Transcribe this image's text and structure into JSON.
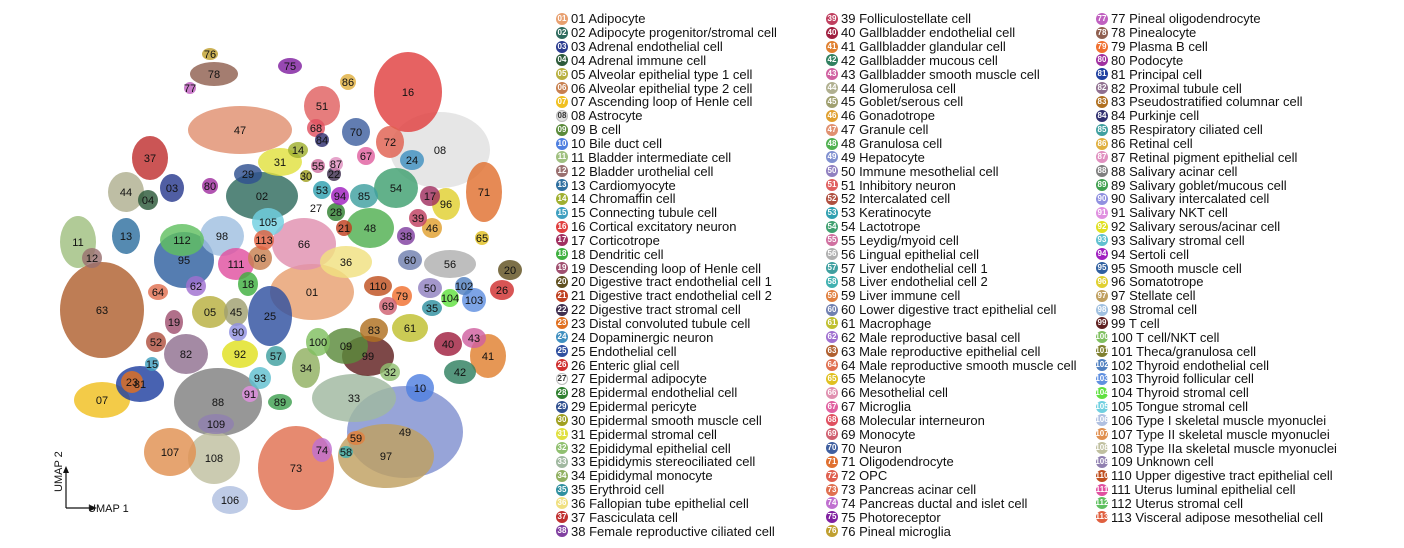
{
  "chart_data": {
    "type": "scatter",
    "xlabel": "UMAP 1",
    "ylabel": "UMAP 2",
    "cell_types": [
      {
        "id": "01",
        "name": "Adipocyte",
        "color": "#e8a070"
      },
      {
        "id": "02",
        "name": "Adipocyte progenitor/stromal cell",
        "color": "#2f6b5e"
      },
      {
        "id": "03",
        "name": "Adrenal endothelial cell",
        "color": "#2a3b8f"
      },
      {
        "id": "04",
        "name": "Adrenal immune cell",
        "color": "#2d5a3a"
      },
      {
        "id": "05",
        "name": "Alveolar epithelial type 1 cell",
        "color": "#b8b040"
      },
      {
        "id": "06",
        "name": "Alveolar epithelial type 2 cell",
        "color": "#c88050"
      },
      {
        "id": "07",
        "name": "Ascending loop of Henle cell",
        "color": "#f0c020"
      },
      {
        "id": "08",
        "name": "Astrocyte",
        "color": "#e0e0e0"
      },
      {
        "id": "09",
        "name": "B cell",
        "color": "#5a8a3a"
      },
      {
        "id": "10",
        "name": "Bile duct cell",
        "color": "#5080e0"
      },
      {
        "id": "11",
        "name": "Bladder intermediate cell",
        "color": "#a0c080"
      },
      {
        "id": "12",
        "name": "Bladder urothelial cell",
        "color": "#9a7070"
      },
      {
        "id": "13",
        "name": "Cardiomyocyte",
        "color": "#3070a0"
      },
      {
        "id": "14",
        "name": "Chromaffin cell",
        "color": "#a0b030"
      },
      {
        "id": "15",
        "name": "Connecting tubule cell",
        "color": "#40a0c0"
      },
      {
        "id": "16",
        "name": "Cortical excitatory neuron",
        "color": "#e04040"
      },
      {
        "id": "17",
        "name": "Corticotrope",
        "color": "#a03060"
      },
      {
        "id": "18",
        "name": "Dendritic cell",
        "color": "#40b040"
      },
      {
        "id": "19",
        "name": "Descending loop of Henle cell",
        "color": "#a05070"
      },
      {
        "id": "20",
        "name": "Digestive tract endothelial cell 1",
        "color": "#605020"
      },
      {
        "id": "21",
        "name": "Digestive tract endothelial cell 2",
        "color": "#c04020"
      },
      {
        "id": "22",
        "name": "Digestive tract stromal cell",
        "color": "#403050"
      },
      {
        "id": "23",
        "name": "Distal convoluted tubule cell",
        "color": "#e07020"
      },
      {
        "id": "24",
        "name": "Dopaminergic neuron",
        "color": "#4090c0"
      },
      {
        "id": "25",
        "name": "Endothelial cell",
        "color": "#3050a0"
      },
      {
        "id": "26",
        "name": "Enteric glial cell",
        "color": "#d03030"
      },
      {
        "id": "27",
        "name": "Epidermal adipocyte",
        "color": "#ffffff"
      },
      {
        "id": "28",
        "name": "Epidermal endothelial cell",
        "color": "#308030"
      },
      {
        "id": "29",
        "name": "Epidermal pericyte",
        "color": "#305090"
      },
      {
        "id": "30",
        "name": "Epidermal smooth muscle cell",
        "color": "#a0a020"
      },
      {
        "id": "31",
        "name": "Epidermal stromal cell",
        "color": "#e0e040"
      },
      {
        "id": "32",
        "name": "Epididymal epithelial cell",
        "color": "#90c070"
      },
      {
        "id": "33",
        "name": "Epididymis stereociliated cell",
        "color": "#a0b8a0"
      },
      {
        "id": "34",
        "name": "Epididymal monocyte",
        "color": "#90b060"
      },
      {
        "id": "35",
        "name": "Erythroid cell",
        "color": "#3090a0"
      },
      {
        "id": "36",
        "name": "Fallopian tube epithelial cell",
        "color": "#f0e080"
      },
      {
        "id": "37",
        "name": "Fasciculata cell",
        "color": "#c03030"
      },
      {
        "id": "38",
        "name": "Female reproductive ciliated cell",
        "color": "#8040a0"
      },
      {
        "id": "39",
        "name": "Folliculostellate cell",
        "color": "#c04060"
      },
      {
        "id": "40",
        "name": "Gallbladder endothelial cell",
        "color": "#a02040"
      },
      {
        "id": "41",
        "name": "Gallbladder glandular cell",
        "color": "#e08030"
      },
      {
        "id": "42",
        "name": "Gallbladder mucous cell",
        "color": "#308060"
      },
      {
        "id": "43",
        "name": "Gallbladder smooth muscle cell",
        "color": "#d060a0"
      },
      {
        "id": "44",
        "name": "Glomerulosa cell",
        "color": "#b0b090"
      },
      {
        "id": "45",
        "name": "Goblet/serous cell",
        "color": "#a0a070"
      },
      {
        "id": "46",
        "name": "Gonadotrope",
        "color": "#e0a030"
      },
      {
        "id": "47",
        "name": "Granule cell",
        "color": "#e09070"
      },
      {
        "id": "48",
        "name": "Granulosa cell",
        "color": "#50b050"
      },
      {
        "id": "49",
        "name": "Hepatocyte",
        "color": "#8090d0"
      },
      {
        "id": "50",
        "name": "Immune mesothelial cell",
        "color": "#9080c0"
      },
      {
        "id": "51",
        "name": "Inhibitory neuron",
        "color": "#e06060"
      },
      {
        "id": "52",
        "name": "Intercalated cell",
        "color": "#b05040"
      },
      {
        "id": "53",
        "name": "Keratinocyte",
        "color": "#30a0b0"
      },
      {
        "id": "54",
        "name": "Lactotrope",
        "color": "#40a070"
      },
      {
        "id": "55",
        "name": "Leydig/myoid cell",
        "color": "#d070a0"
      },
      {
        "id": "56",
        "name": "Lingual epithelial cell",
        "color": "#b0b0b0"
      },
      {
        "id": "57",
        "name": "Liver endothelial cell 1",
        "color": "#40a0a0"
      },
      {
        "id": "58",
        "name": "Liver endothelial cell 2",
        "color": "#40b0b0"
      },
      {
        "id": "59",
        "name": "Liver immune cell",
        "color": "#e08040"
      },
      {
        "id": "60",
        "name": "Lower digestive tract epithelial cell",
        "color": "#7080b0"
      },
      {
        "id": "61",
        "name": "Macrophage",
        "color": "#c0c030"
      },
      {
        "id": "62",
        "name": "Male reproductive basal cell",
        "color": "#a070d0"
      },
      {
        "id": "63",
        "name": "Male reproductive epithelial cell",
        "color": "#b06030"
      },
      {
        "id": "64",
        "name": "Male reproductive smooth muscle cell",
        "color": "#e07050"
      },
      {
        "id": "65",
        "name": "Melanocyte",
        "color": "#e0c020"
      },
      {
        "id": "66",
        "name": "Mesothelial cell",
        "color": "#e090b0"
      },
      {
        "id": "67",
        "name": "Microglia",
        "color": "#e060a0"
      },
      {
        "id": "68",
        "name": "Molecular interneuron",
        "color": "#e05060"
      },
      {
        "id": "69",
        "name": "Monocyte",
        "color": "#d06070"
      },
      {
        "id": "70",
        "name": "Neuron",
        "color": "#4060a0"
      },
      {
        "id": "71",
        "name": "Oligodendrocyte",
        "color": "#e07030"
      },
      {
        "id": "72",
        "name": "OPC",
        "color": "#e06050"
      },
      {
        "id": "73",
        "name": "Pancreas acinar cell",
        "color": "#e07050"
      },
      {
        "id": "74",
        "name": "Pancreas ductal and islet cell",
        "color": "#c070d0"
      },
      {
        "id": "75",
        "name": "Photoreceptor",
        "color": "#8020a0"
      },
      {
        "id": "76",
        "name": "Pineal microglia",
        "color": "#c0a030"
      },
      {
        "id": "77",
        "name": "Pineal oligodendrocyte",
        "color": "#c060c0"
      },
      {
        "id": "78",
        "name": "Pinealocyte",
        "color": "#906050"
      },
      {
        "id": "79",
        "name": "Plasma B cell",
        "color": "#f07030"
      },
      {
        "id": "80",
        "name": "Podocyte",
        "color": "#a030a0"
      },
      {
        "id": "81",
        "name": "Principal cell",
        "color": "#2040a0"
      },
      {
        "id": "82",
        "name": "Proximal tubule cell",
        "color": "#907090"
      },
      {
        "id": "83",
        "name": "Pseudostratified columnar cell",
        "color": "#b07020"
      },
      {
        "id": "84",
        "name": "Purkinje cell",
        "color": "#303070"
      },
      {
        "id": "85",
        "name": "Respiratory ciliated cell",
        "color": "#40a0a0"
      },
      {
        "id": "86",
        "name": "Retinal cell",
        "color": "#e0b040"
      },
      {
        "id": "87",
        "name": "Retinal pigment epithelial cell",
        "color": "#e090c0"
      },
      {
        "id": "88",
        "name": "Salivary acinar cell",
        "color": "#808080"
      },
      {
        "id": "89",
        "name": "Salivary goblet/mucous cell",
        "color": "#40a050"
      },
      {
        "id": "90",
        "name": "Salivary intercalated cell",
        "color": "#9090e0"
      },
      {
        "id": "91",
        "name": "Salivary NKT cell",
        "color": "#e090e0"
      },
      {
        "id": "92",
        "name": "Salivary serous/acinar cell",
        "color": "#e0e020"
      },
      {
        "id": "93",
        "name": "Salivary stromal cell",
        "color": "#60c0d0"
      },
      {
        "id": "94",
        "name": "Sertoli cell",
        "color": "#a020c0"
      },
      {
        "id": "95",
        "name": "Smooth muscle cell",
        "color": "#3060a0"
      },
      {
        "id": "96",
        "name": "Somatotrope",
        "color": "#e0d030"
      },
      {
        "id": "97",
        "name": "Stellate cell",
        "color": "#c0a060"
      },
      {
        "id": "98",
        "name": "Stromal cell",
        "color": "#a0c0e0"
      },
      {
        "id": "99",
        "name": "T cell",
        "color": "#602020"
      },
      {
        "id": "100",
        "name": "T cell/NKT cell",
        "color": "#80c060"
      },
      {
        "id": "101",
        "name": "Theca/granulosa cell",
        "color": "#808030"
      },
      {
        "id": "102",
        "name": "Thyroid endothelial cell",
        "color": "#5080c0"
      },
      {
        "id": "103",
        "name": "Thyroid follicular cell",
        "color": "#6090e0"
      },
      {
        "id": "104",
        "name": "Thyroid stromal cell",
        "color": "#60e040"
      },
      {
        "id": "105",
        "name": "Tongue stromal cell",
        "color": "#70d0e0"
      },
      {
        "id": "106",
        "name": "Type I skeletal muscle myonuclei",
        "color": "#b0c0e0"
      },
      {
        "id": "107",
        "name": "Type II skeletal muscle myonuclei",
        "color": "#e09050"
      },
      {
        "id": "108",
        "name": "Type IIa skeletal muscle myonuclei",
        "color": "#c0c0a0"
      },
      {
        "id": "109",
        "name": "Unknown cell",
        "color": "#9080b0"
      },
      {
        "id": "110",
        "name": "Upper digestive tract epithelial cell",
        "color": "#c05020"
      },
      {
        "id": "111",
        "name": "Uterus luminal epithelial cell",
        "color": "#e050a0"
      },
      {
        "id": "112",
        "name": "Uterus stromal cell",
        "color": "#60c060"
      },
      {
        "id": "113",
        "name": "Visceral adipose mesothelial cell",
        "color": "#e06040"
      }
    ],
    "cluster_labels": [
      "01",
      "02",
      "03",
      "04",
      "05",
      "06",
      "07",
      "08",
      "09",
      "10",
      "11",
      "12",
      "13",
      "14",
      "15",
      "16",
      "17",
      "18",
      "19",
      "20",
      "21",
      "22",
      "23",
      "24",
      "25",
      "26",
      "27",
      "28",
      "29",
      "30",
      "31",
      "32",
      "33",
      "34",
      "35",
      "36",
      "37",
      "38",
      "39",
      "40",
      "41",
      "42",
      "43",
      "44",
      "45",
      "46",
      "47",
      "48",
      "49",
      "50",
      "51",
      "52",
      "53",
      "54",
      "55",
      "56",
      "57",
      "58",
      "59",
      "60",
      "61",
      "62",
      "63",
      "64",
      "65",
      "66",
      "67",
      "68",
      "69",
      "70",
      "71",
      "72",
      "73",
      "74",
      "75",
      "76",
      "77",
      "78",
      "79",
      "80",
      "81",
      "82",
      "83",
      "84",
      "85",
      "86",
      "87",
      "88",
      "89",
      "90",
      "91",
      "92",
      "93",
      "94",
      "95",
      "96",
      "97",
      "98",
      "99",
      "100",
      "102",
      "103",
      "104",
      "105",
      "106",
      "107",
      "108",
      "109",
      "110",
      "111",
      "112",
      "113"
    ]
  }
}
